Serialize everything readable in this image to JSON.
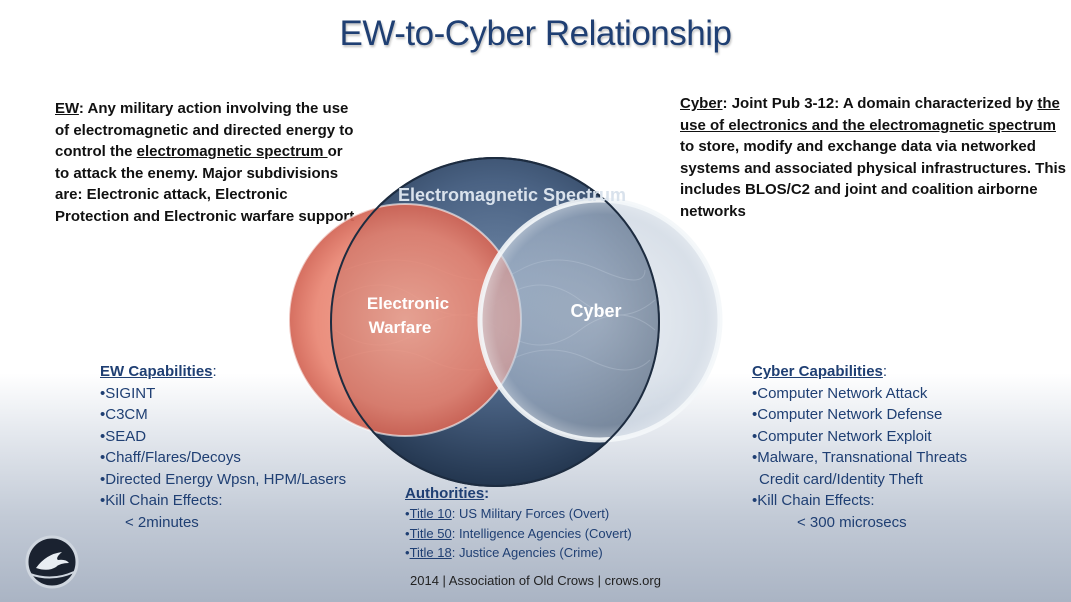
{
  "title": "EW-to-Cyber Relationship",
  "ew_definition": {
    "term": "EW",
    "text_before": ":  Any military action involving the use of electromagnetic and directed energy to control the ",
    "underlined": "electromagnetic spectrum ",
    "text_after": "or to attack the enemy.  Major subdivisions are:  Electronic attack, Electronic Protection and Electronic warfare support"
  },
  "cyber_definition": {
    "term": "Cyber",
    "text_before": ":  Joint Pub 3-12:  A domain characterized by ",
    "underlined": "the use of electronics and the electromagnetic spectrum",
    "text_after": " to store, modify and exchange data via networked systems and associated physical infrastructures.  This includes BLOS/C2 and joint and coalition airborne networks"
  },
  "venn": {
    "spectrum_label": "Electromagnetic Spectrum",
    "ew_label_line1": "Electronic",
    "ew_label_line2": "Warfare",
    "cyber_label": "Cyber",
    "colors": {
      "spectrum": "#3d5575",
      "ew": "#e8826f",
      "cyber": "#b9c6d6"
    }
  },
  "ew_capabilities": {
    "header": "EW Capabilities",
    "colon": ":",
    "items": [
      "•SIGINT",
      "•C3CM",
      "•SEAD",
      "•Chaff/Flares/Decoys",
      "•Directed Energy Wpsn, HPM/Lasers",
      "•Kill Chain Effects:"
    ],
    "sub": "< 2minutes"
  },
  "cyber_capabilities": {
    "header": "Cyber Capabilities",
    "colon": ":",
    "items": [
      "•Computer Network Attack",
      "•Computer Network Defense",
      "•Computer Network Exploit",
      "•Malware, Transnational Threats"
    ],
    "continuation": "Credit card/Identity Theft",
    "kill_chain": "•Kill Chain Effects:",
    "sub": "< 300 microsecs"
  },
  "authorities": {
    "header": "Authorities",
    "colon": ":",
    "rows": [
      {
        "link": "Title 10",
        "text": ":  US Military Forces (Overt)"
      },
      {
        "link": "Title 50",
        "text": ": Intelligence Agencies (Covert)"
      },
      {
        "link": "Title 18",
        "text": ": Justice Agencies (Crime)"
      }
    ]
  },
  "footer": "2014  |  Association of Old Crows  |  crows.org"
}
